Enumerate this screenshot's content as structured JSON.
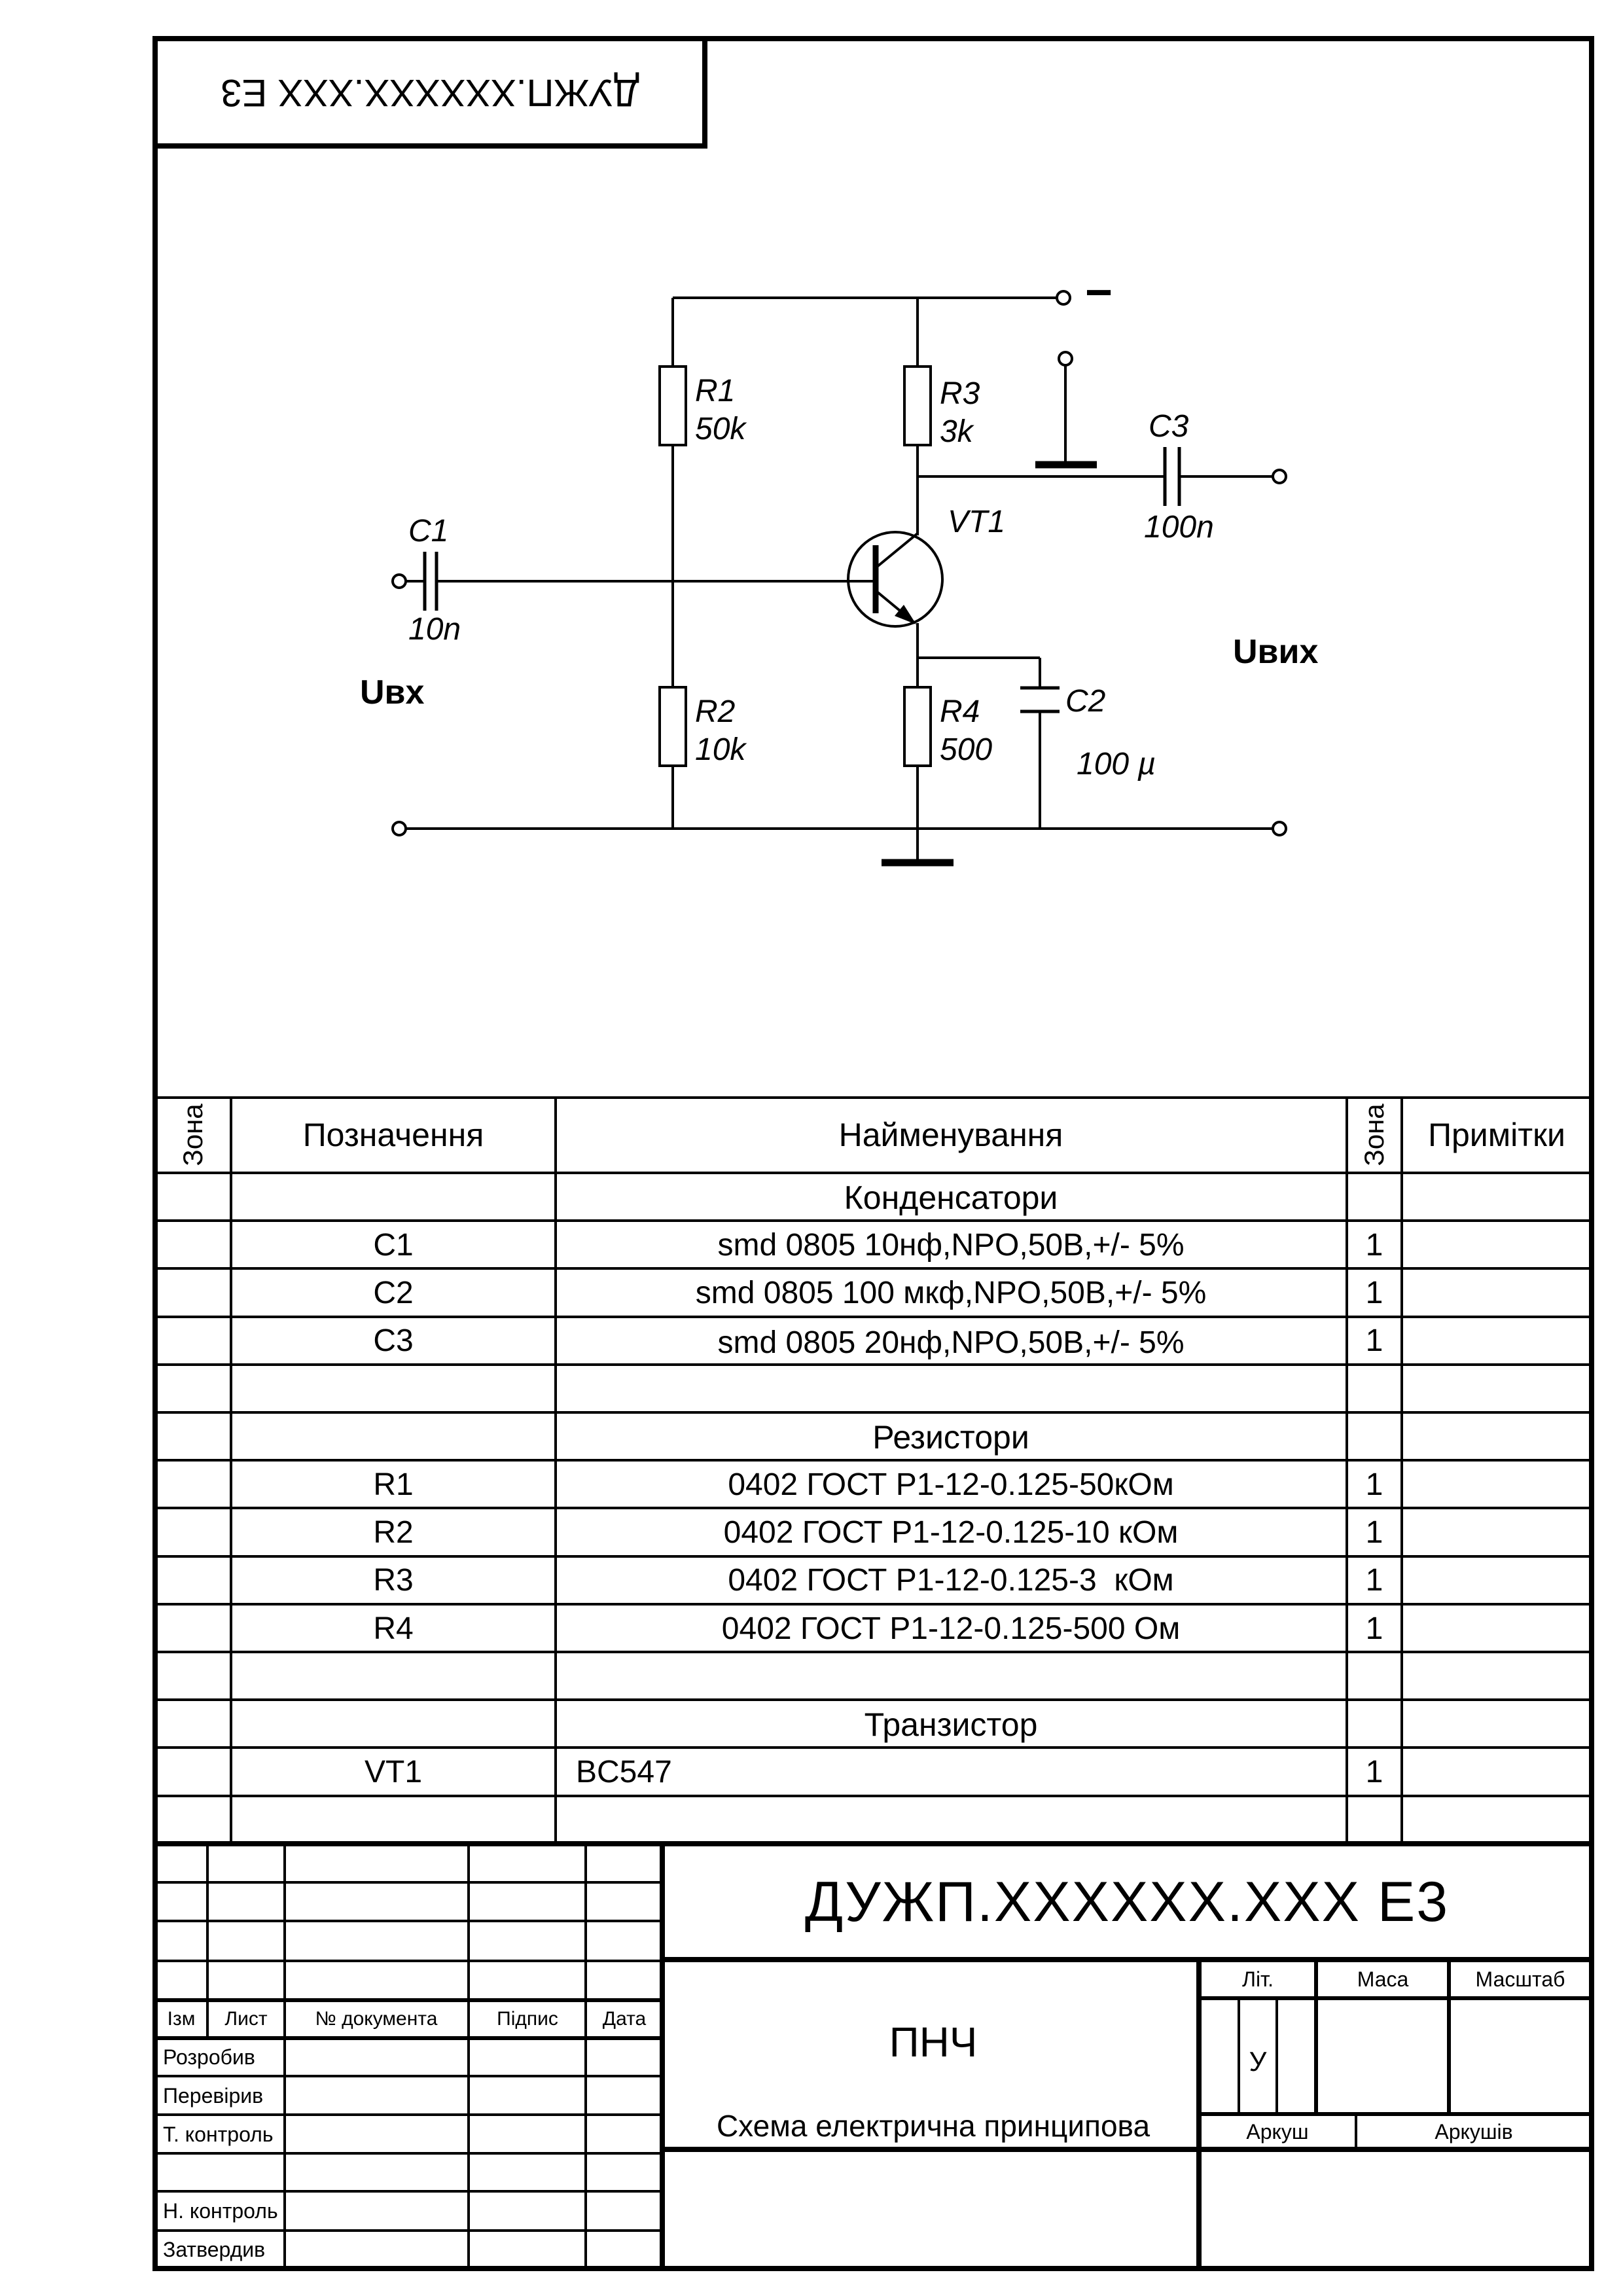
{
  "stamp": {
    "code": "ДУЖП.ХХХХХХ.ХХХ Е3"
  },
  "schematic": {
    "labels": {
      "r1": "R1",
      "r1_value": "50k",
      "r2": "R2",
      "r2_value": "10k",
      "r3": "R3",
      "r3_value": "3k",
      "r4": "R4",
      "r4_value": "500",
      "c1": "C1",
      "c1_value": "10n",
      "c2": "C2",
      "c2_value": "100 µ",
      "c3": "C3",
      "c3_value": "100n",
      "vt1": "VT1",
      "input": "Uвх",
      "output": "Uвих",
      "supply_polarity": "−"
    }
  },
  "parts_table": {
    "col_headers": {
      "zone_left": "Зона",
      "designation": "Позначення",
      "name": "Найменування",
      "zone_right": "Зона",
      "notes": "Примітки"
    },
    "section_capacitors": "Конденсатори",
    "section_resistors": "Резистори",
    "section_transistor": "Транзистор",
    "items": [
      {
        "ref": "C1",
        "name": "smd 0805 10нф,NPO,50В,+/- 5%",
        "qty": "1"
      },
      {
        "ref": "C2",
        "name": "smd 0805 100 мкф,NPO,50В,+/- 5%",
        "qty": "1"
      },
      {
        "ref": "C3",
        "name": "smd 0805 20нф,NPO,50В,+/- 5%",
        "qty": "1"
      },
      {
        "ref": "R1",
        "name": "0402 ГОСТ Р1-12-0.125-50кОм",
        "qty": "1"
      },
      {
        "ref": "R2",
        "name": "0402 ГОСТ Р1-12-0.125-10 кОм",
        "qty": "1"
      },
      {
        "ref": "R3",
        "name": "0402 ГОСТ Р1-12-0.125-3  кОм",
        "qty": "1"
      },
      {
        "ref": "R4",
        "name": "0402 ГОСТ Р1-12-0.125-500 Ом",
        "qty": "1"
      },
      {
        "ref": "VT1",
        "name": "BC547",
        "qty": "1"
      }
    ]
  },
  "title_block": {
    "document_code": "ДУЖП.ХХХХХХ.ХХХ Е3",
    "title": "ПНЧ",
    "subtitle": "Схема електрична принципова",
    "lit_label": "Літ.",
    "lit_value": "У",
    "mass_label": "Маса",
    "scale_label": "Масштаб",
    "sheet_label": "Аркуш",
    "sheets_label": "Аркушів",
    "columns": {
      "izm": "Ізм",
      "list": "Лист",
      "doc_no": "№ документа",
      "sign": "Підпис",
      "date": "Дата"
    },
    "roles": {
      "developed": "Розробив",
      "checked": "Перевірив",
      "t_control": "Т. контроль",
      "n_control": "Н. контроль",
      "approved": "Затвердив"
    }
  }
}
